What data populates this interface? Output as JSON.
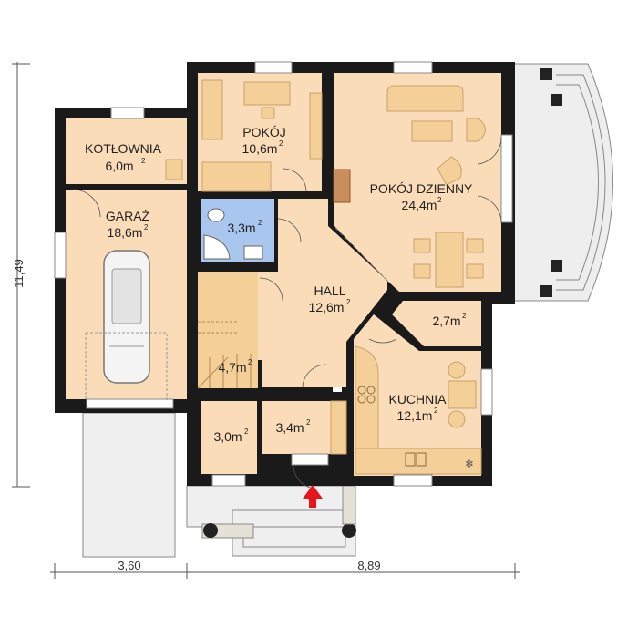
{
  "colors": {
    "wall": "#1a1a1a",
    "floor": "#fbdcb8",
    "furniture": "#f5cf98",
    "bathroom": "#a9c6ee",
    "terrace": "#eeeeee",
    "outline": "#888888",
    "entrance_arrow": "#e8141c",
    "fireplace": "#c98e5a"
  },
  "rooms": [
    {
      "name": "KOTŁOWNIA",
      "area": "6,0m",
      "unit_sup": "2"
    },
    {
      "name": "POKÓJ",
      "area": "10,6m",
      "unit_sup": "2"
    },
    {
      "name": "POKÓJ DZIENNY",
      "area": "24,4m",
      "unit_sup": "2"
    },
    {
      "name": "GARAŻ",
      "area": "18,6m",
      "unit_sup": "2"
    },
    {
      "name": "",
      "area": "3,3m",
      "unit_sup": "2"
    },
    {
      "name": "HALL",
      "area": "12,6m",
      "unit_sup": "2"
    },
    {
      "name": "",
      "area": "2,7m",
      "unit_sup": "2"
    },
    {
      "name": "",
      "area": "4,7m",
      "unit_sup": "2"
    },
    {
      "name": "KUCHNIA",
      "area": "12,1m",
      "unit_sup": "2"
    },
    {
      "name": "",
      "area": "3,0m",
      "unit_sup": "2"
    },
    {
      "name": "",
      "area": "3,4m",
      "unit_sup": "2"
    }
  ],
  "dimensions": {
    "height": "11,49",
    "width_left": "3,60",
    "width_right": "8,89"
  },
  "icons": {
    "entrance": "entrance-arrow-icon",
    "car": "car-icon",
    "toilet": "toilet-icon",
    "shower": "shower-icon",
    "sink": "sink-icon",
    "stove": "stove-icon",
    "fridge": "snowflake-icon"
  }
}
